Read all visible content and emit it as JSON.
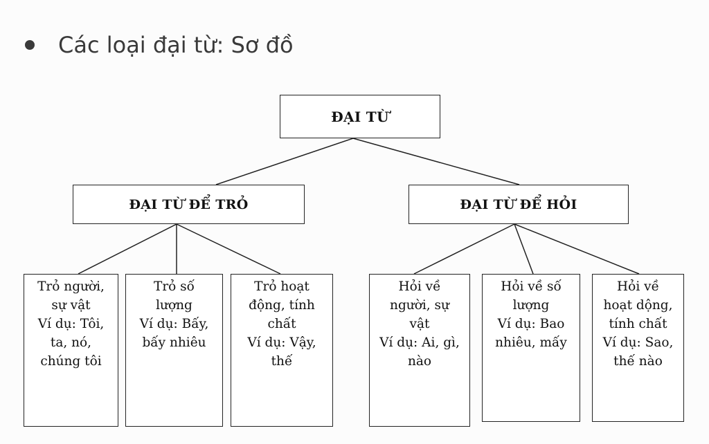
{
  "heading": "Các loại đại từ: Sơ đồ",
  "root": {
    "label": "ĐẠI TỪ"
  },
  "branches": [
    {
      "label": "ĐẠI TỪ ĐỂ TRỎ",
      "leaves": [
        {
          "lines": [
            "Trỏ người,",
            "sự vật",
            "Ví dụ: Tôi,",
            "ta, nó,",
            "chúng tôi"
          ]
        },
        {
          "lines": [
            "Trỏ số",
            "lượng",
            "Ví dụ: Bấy,",
            "bấy nhiêu"
          ]
        },
        {
          "lines": [
            "Trỏ hoạt",
            "động, tính",
            "chất",
            "Ví dụ: Vậy,",
            "thế"
          ]
        }
      ]
    },
    {
      "label": "ĐẠI TỪ ĐỂ HỎI",
      "leaves": [
        {
          "lines": [
            "Hỏi về",
            "người, sự",
            "vật",
            "Ví dụ: Ai, gì,",
            "nào"
          ]
        },
        {
          "lines": [
            "Hỏi về số",
            "lượng",
            "Ví dụ: Bao",
            "nhiêu, mấy"
          ]
        },
        {
          "lines": [
            "Hỏi về",
            "hoạt dộng,",
            "tính chất",
            "Ví dụ: Sao,",
            "thế nào"
          ]
        }
      ]
    }
  ]
}
